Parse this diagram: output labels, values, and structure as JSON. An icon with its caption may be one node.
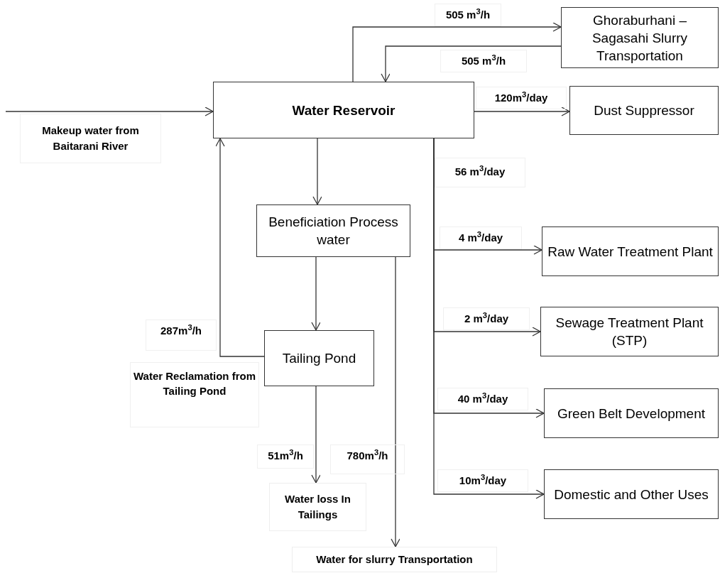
{
  "diagram": {
    "nodes": [
      {
        "text": [
          "Water Reservoir"
        ]
      },
      {
        "text": [
          "Ghoraburhani – Sagasahi Slurry Transportation"
        ]
      },
      {
        "text": [
          "Dust Suppressor"
        ]
      },
      {
        "text": [
          "Beneficiation Process water"
        ]
      },
      {
        "text": [
          "Tailing Pond"
        ]
      },
      {
        "text": [
          "Raw Water Treatment Plant"
        ]
      },
      {
        "text": [
          "Sewage Treatment Plant (STP)"
        ]
      },
      {
        "text": [
          "Green Belt Development"
        ]
      },
      {
        "text": [
          "Domestic and Other Uses"
        ]
      },
      {
        "text": [
          "Water loss In Tailings"
        ]
      },
      {
        "text": [
          "Water for slurry Transportation"
        ]
      }
    ],
    "edges": [
      {
        "from": null,
        "to": 0,
        "arrow": "to",
        "label": "Makeup water from Baitarani River"
      },
      {
        "from": 0,
        "to": 1,
        "arrow": "to",
        "label": "505 m$^{3}$/h"
      },
      {
        "from": 1,
        "to": 0,
        "arrow": "to",
        "label": "505 m$^{3}$/h"
      },
      {
        "from": 0,
        "to": 2,
        "arrow": "to",
        "label": "120m$^{3}$/day"
      },
      {
        "from": 0,
        "to": 3,
        "arrow": "to"
      },
      {
        "from": 3,
        "to": 4,
        "arrow": "to"
      },
      {
        "from": 4,
        "to": 0,
        "arrow": "to",
        "label": "287m$^{3}$/h"
      },
      {
        "from": 4,
        "to": 9,
        "arrow": "to",
        "label": "51m$^{3}$/h"
      },
      {
        "from": 3,
        "to": 10,
        "arrow": "to",
        "label": "780m$^{3}$/h"
      },
      {
        "from": 0,
        "to": 5,
        "arrow": "to",
        "label": "4 m$^{3}$/day"
      },
      {
        "from": 0,
        "to": 6,
        "arrow": "to",
        "label": "2 m$^{3}$/day"
      },
      {
        "from": 0,
        "to": 7,
        "arrow": "to",
        "label": "40 m$^{3}$/day"
      },
      {
        "from": 0,
        "to": 8,
        "arrow": "to",
        "label": "10m$^{3}$/day"
      }
    ],
    "labels": [
      "56 m$^{3}$/day",
      "Water Reclamation from Tailing Pond"
    ]
  }
}
